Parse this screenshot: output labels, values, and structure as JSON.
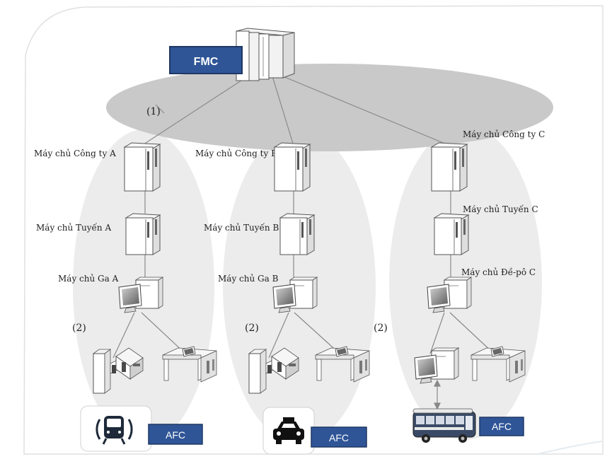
{
  "fmc_label": "FMC",
  "network_labels": {
    "core": "(1)",
    "local_a": "(2)",
    "local_b": "(2)",
    "local_c": "(2)"
  },
  "branches": [
    {
      "company": "Máy chủ Công ty A",
      "line": "Máy chủ Tuyến A",
      "station": "Máy chủ Ga A",
      "afc": "AFC",
      "transport": "metro-train-icon"
    },
    {
      "company": "Máy chủ Công ty B",
      "line": "Máy chủ Tuyến B",
      "station": "Máy chủ Ga B",
      "afc": "AFC",
      "transport": "taxi-icon"
    },
    {
      "company": "Máy chủ Công ty C",
      "line": "Máy chủ Tuyến C",
      "station": "Máy chủ Đề-pô C",
      "afc": "AFC",
      "transport": "bus-icon"
    }
  ],
  "colors": {
    "label_box": "#2f5597",
    "label_box_border": "#1f3864",
    "core_ellipse": "#c9c9c9",
    "branch_ellipse": "#ececec"
  }
}
